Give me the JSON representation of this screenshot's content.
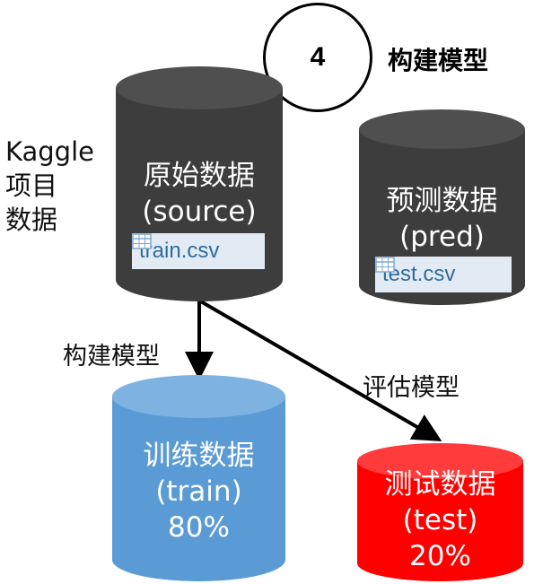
{
  "step": {
    "number": "4",
    "title": "构建模型"
  },
  "side_label": [
    "Kaggle",
    "项目",
    "数据"
  ],
  "nodes": {
    "source": {
      "line1": "原始数据",
      "line2": "(source)",
      "file": "train.csv",
      "color": "#3d3d3d"
    },
    "pred": {
      "line1": "预测数据",
      "line2": "(pred)",
      "file": "test.csv",
      "color": "#3d3d3d"
    },
    "train": {
      "line1": "训练数据",
      "line2": "(train)",
      "line3": "80%",
      "color": "#5b9bd5"
    },
    "test": {
      "line1": "测试数据",
      "line2": "(test)",
      "line3": "20%",
      "color": "#ff0000"
    }
  },
  "edges": {
    "build": "构建模型",
    "evaluate": "评估模型"
  },
  "icons": {
    "file_icon": "table-icon"
  }
}
